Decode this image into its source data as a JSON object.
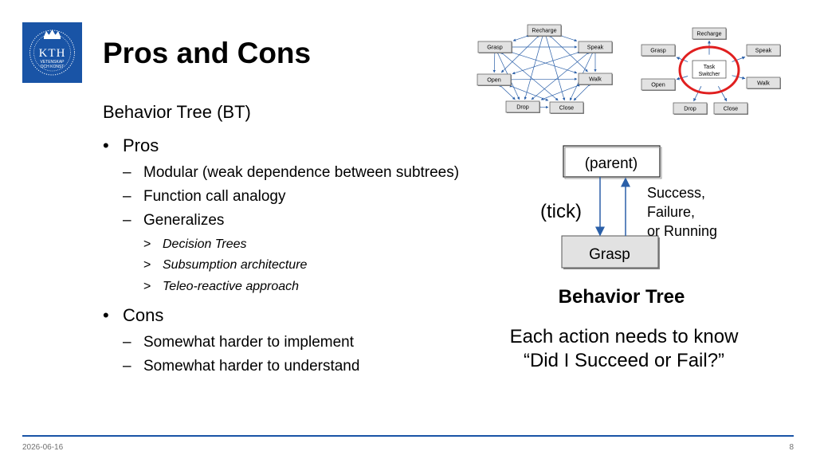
{
  "logo": {
    "line1": "KTH",
    "line2": "VETENSKAP",
    "line3": "OCH KONST"
  },
  "title": "Pros and Cons",
  "subtitle": "Behavior Tree (BT)",
  "pros": {
    "label": "Pros",
    "items": [
      {
        "text": "Modular (weak dependence between subtrees)"
      },
      {
        "text": "Function call analogy"
      },
      {
        "text": "Generalizes"
      }
    ],
    "generalizes_items": [
      "Decision Trees",
      "Subsumption architecture",
      "Teleo-reactive approach"
    ]
  },
  "cons": {
    "label": "Cons",
    "items": [
      {
        "text": "Somewhat harder to implement"
      },
      {
        "text": "Somewhat harder to understand"
      }
    ]
  },
  "fsm_diagram": {
    "nodes": [
      "Recharge",
      "Grasp",
      "Speak",
      "Open",
      "Walk",
      "Drop",
      "Close"
    ]
  },
  "switcher_diagram": {
    "nodes": [
      "Recharge",
      "Grasp",
      "Speak",
      "Open",
      "Walk",
      "Drop",
      "Close"
    ],
    "center_line1": "Task",
    "center_line2": "Switcher"
  },
  "bt_diagram": {
    "parent_label": "(parent)",
    "child_label": "Grasp",
    "tick_label": "(tick)",
    "return_line1": "Success,",
    "return_line2": "Failure,",
    "return_line3": "or Running"
  },
  "bt_caption": "Behavior Tree",
  "action_note": {
    "line1": "Each action needs to know",
    "line2": "“Did I Succeed or Fail?”"
  },
  "footer": {
    "date": "2026-06-16",
    "page": "8"
  },
  "colors": {
    "kth_blue": "#1954a6",
    "arrow_blue": "#2a5fa8",
    "node_fill": "#e2e2e2",
    "switcher_ring": "#e01f1f"
  }
}
